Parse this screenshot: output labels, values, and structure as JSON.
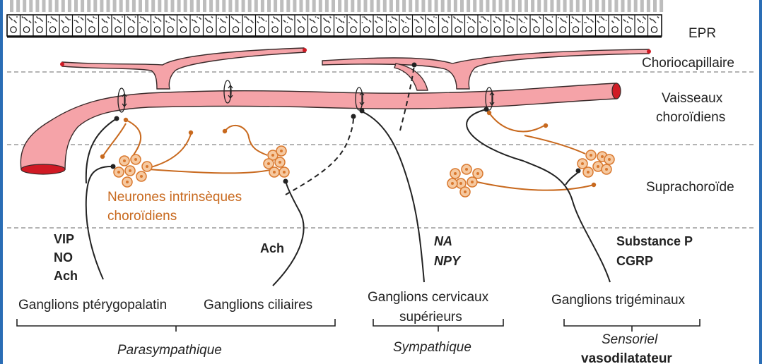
{
  "layers": {
    "epr": "EPR",
    "choriocapillaire": "Choriocapillaire",
    "vaisseaux_line1": "Vaisseaux",
    "vaisseaux_line2": "choroïdiens",
    "suprachoroide": "Suprachoroïde"
  },
  "neurons_label": {
    "line1": "Neurones intrinsèques",
    "line2": "choroïdiens"
  },
  "neurotransmitters": {
    "parasympathetic_ptery": [
      "VIP",
      "NO",
      "Ach"
    ],
    "parasympathetic_ciliary": "Ach",
    "sympathetic": [
      "NA",
      "NPY"
    ],
    "sensory": [
      "Substance P",
      "CGRP"
    ]
  },
  "ganglia": {
    "pterygopalatin": "Ganglions ptérygopalatin",
    "ciliaires": "Ganglions ciliaires",
    "cervicaux_line1": "Ganglions cervicaux",
    "cervicaux_line2": "supérieurs",
    "trigeminaux": "Ganglions trigéminaux"
  },
  "systems": {
    "parasympathique": "Parasympathique",
    "sympathique": "Sympathique",
    "sensoriel": "Sensoriel",
    "vasodilatateur": "vasodilatateur"
  },
  "colors": {
    "vessel_fill": "#f5a3a8",
    "vessel_dark": "#d01a24",
    "neuron_fill": "#f6c9a0",
    "neuron_stroke": "#d9782e",
    "orange_fiber": "#c8691e",
    "black_fiber": "#222222",
    "frame_blue": "#2a6db5"
  }
}
